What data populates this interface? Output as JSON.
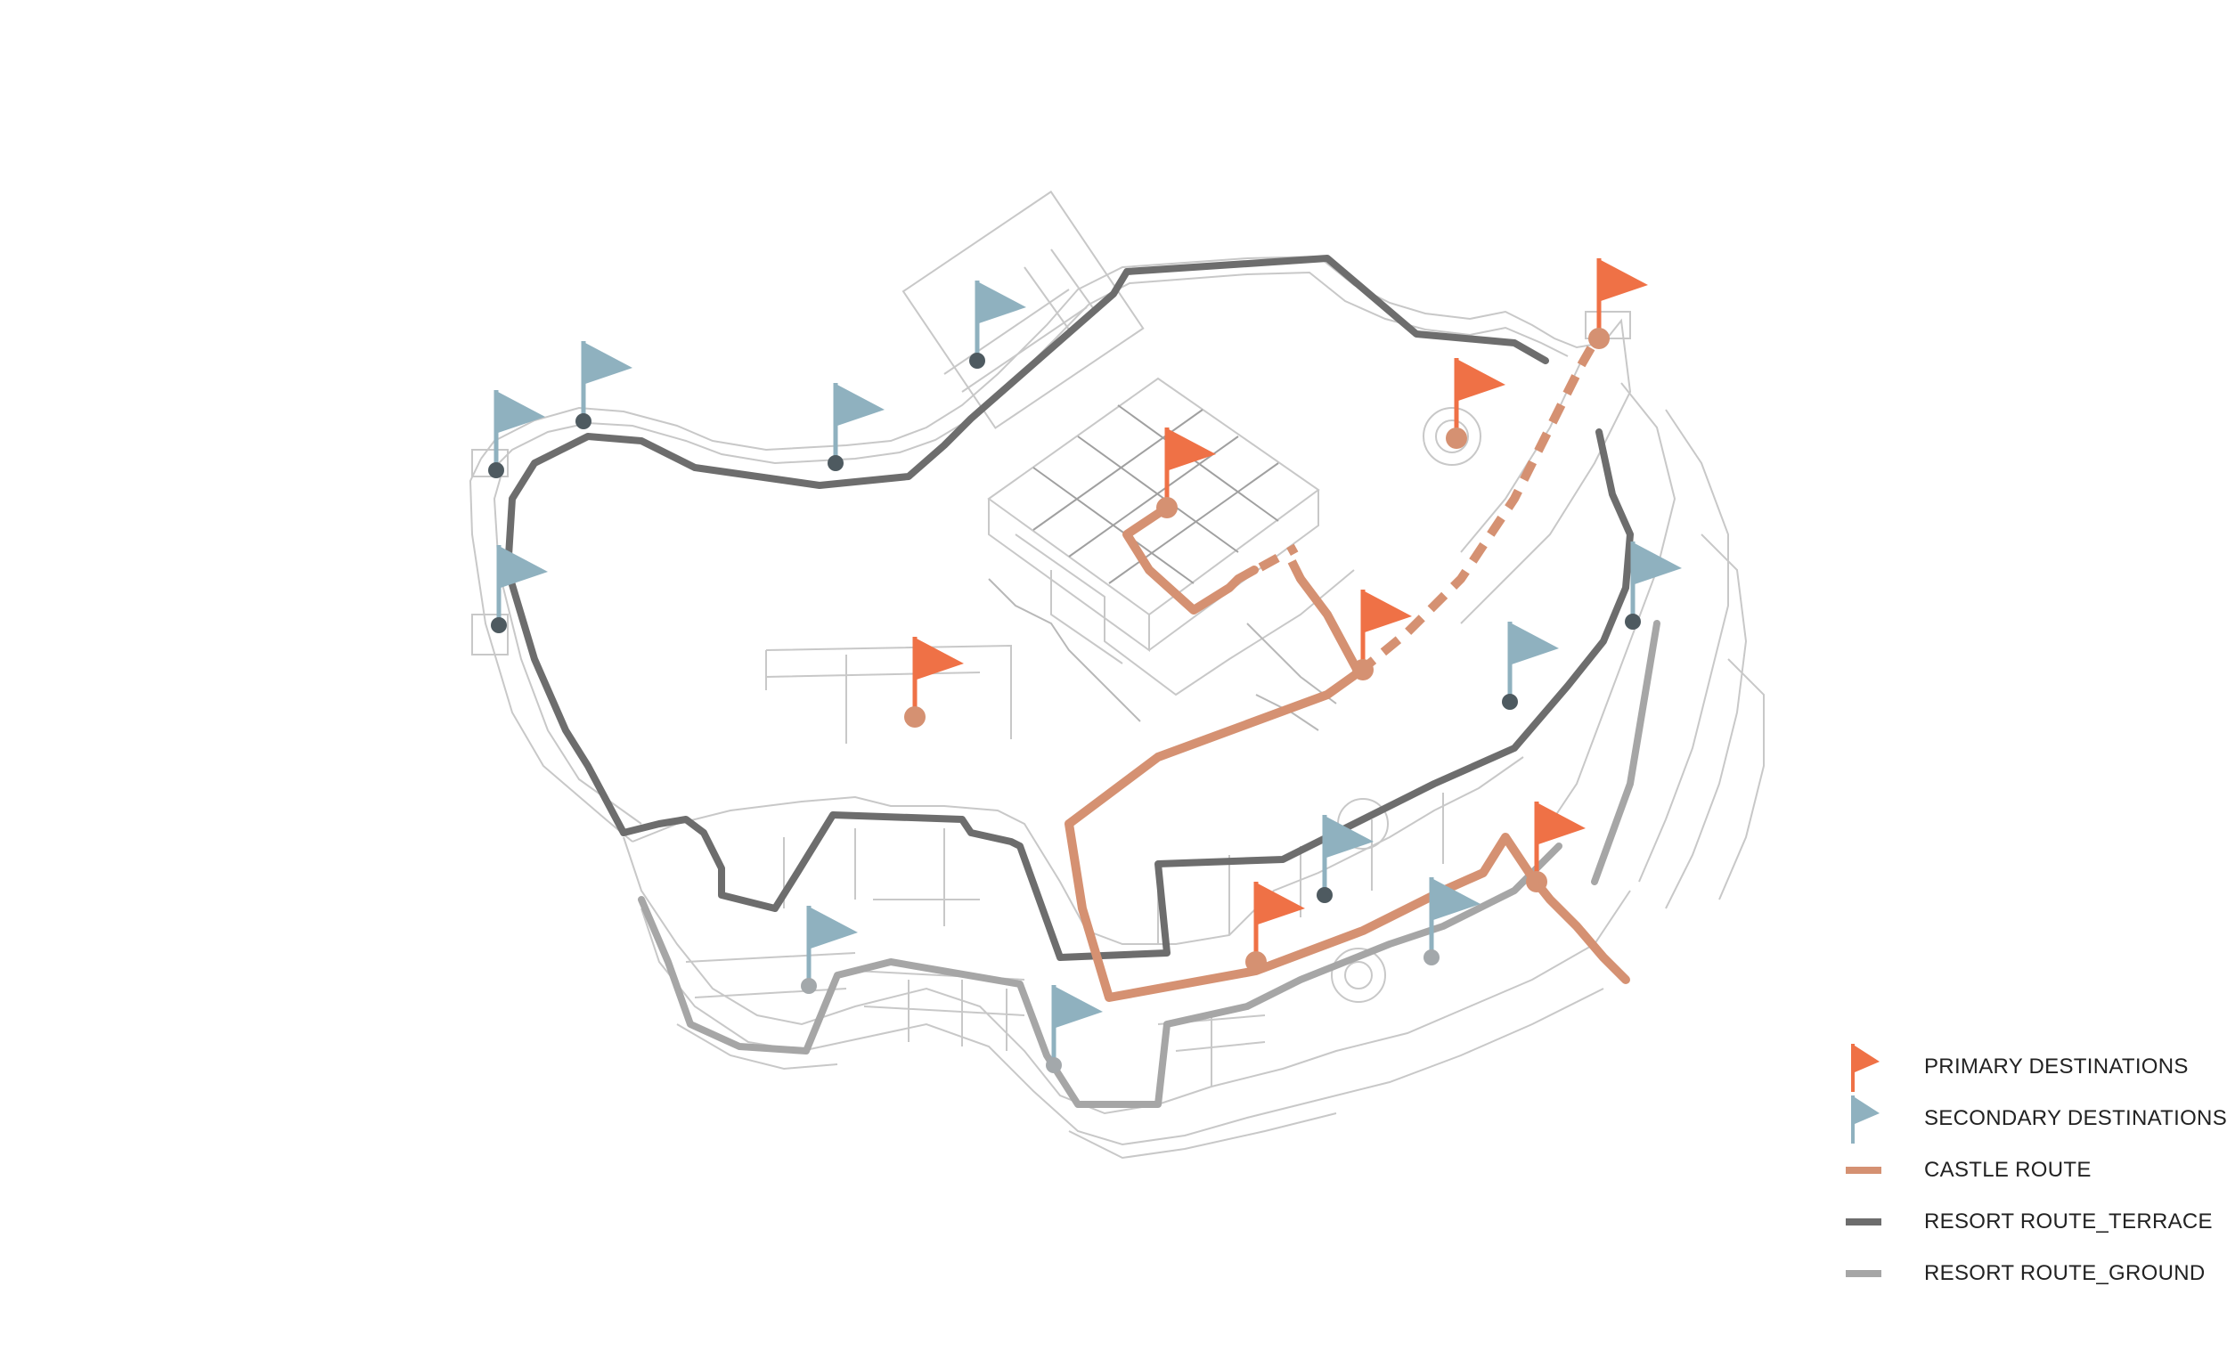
{
  "colors": {
    "primary": "#ef7146",
    "secondary": "#8fb1bf",
    "castle_route": "#d59172",
    "terrace_route": "#6d6d6d",
    "ground_route": "#a6a6a6",
    "linework": "#c8c8c8",
    "pin_dark": "#4e5a60",
    "pin_light": "#a3a8ab"
  },
  "icons": {
    "primary": "flag-icon",
    "secondary": "flag-icon"
  },
  "legend": {
    "items": [
      {
        "id": "primary",
        "label": "PRIMARY DESTINATIONS",
        "symbol": "flag"
      },
      {
        "id": "secondary",
        "label": "SECONDARY DESTINATIONS",
        "symbol": "flag"
      },
      {
        "id": "castle",
        "label": "CASTLE ROUTE",
        "symbol": "line"
      },
      {
        "id": "terrace",
        "label": "RESORT ROUTE_TERRACE",
        "symbol": "line"
      },
      {
        "id": "ground",
        "label": "RESORT ROUTE_GROUND",
        "symbol": "line"
      }
    ]
  }
}
